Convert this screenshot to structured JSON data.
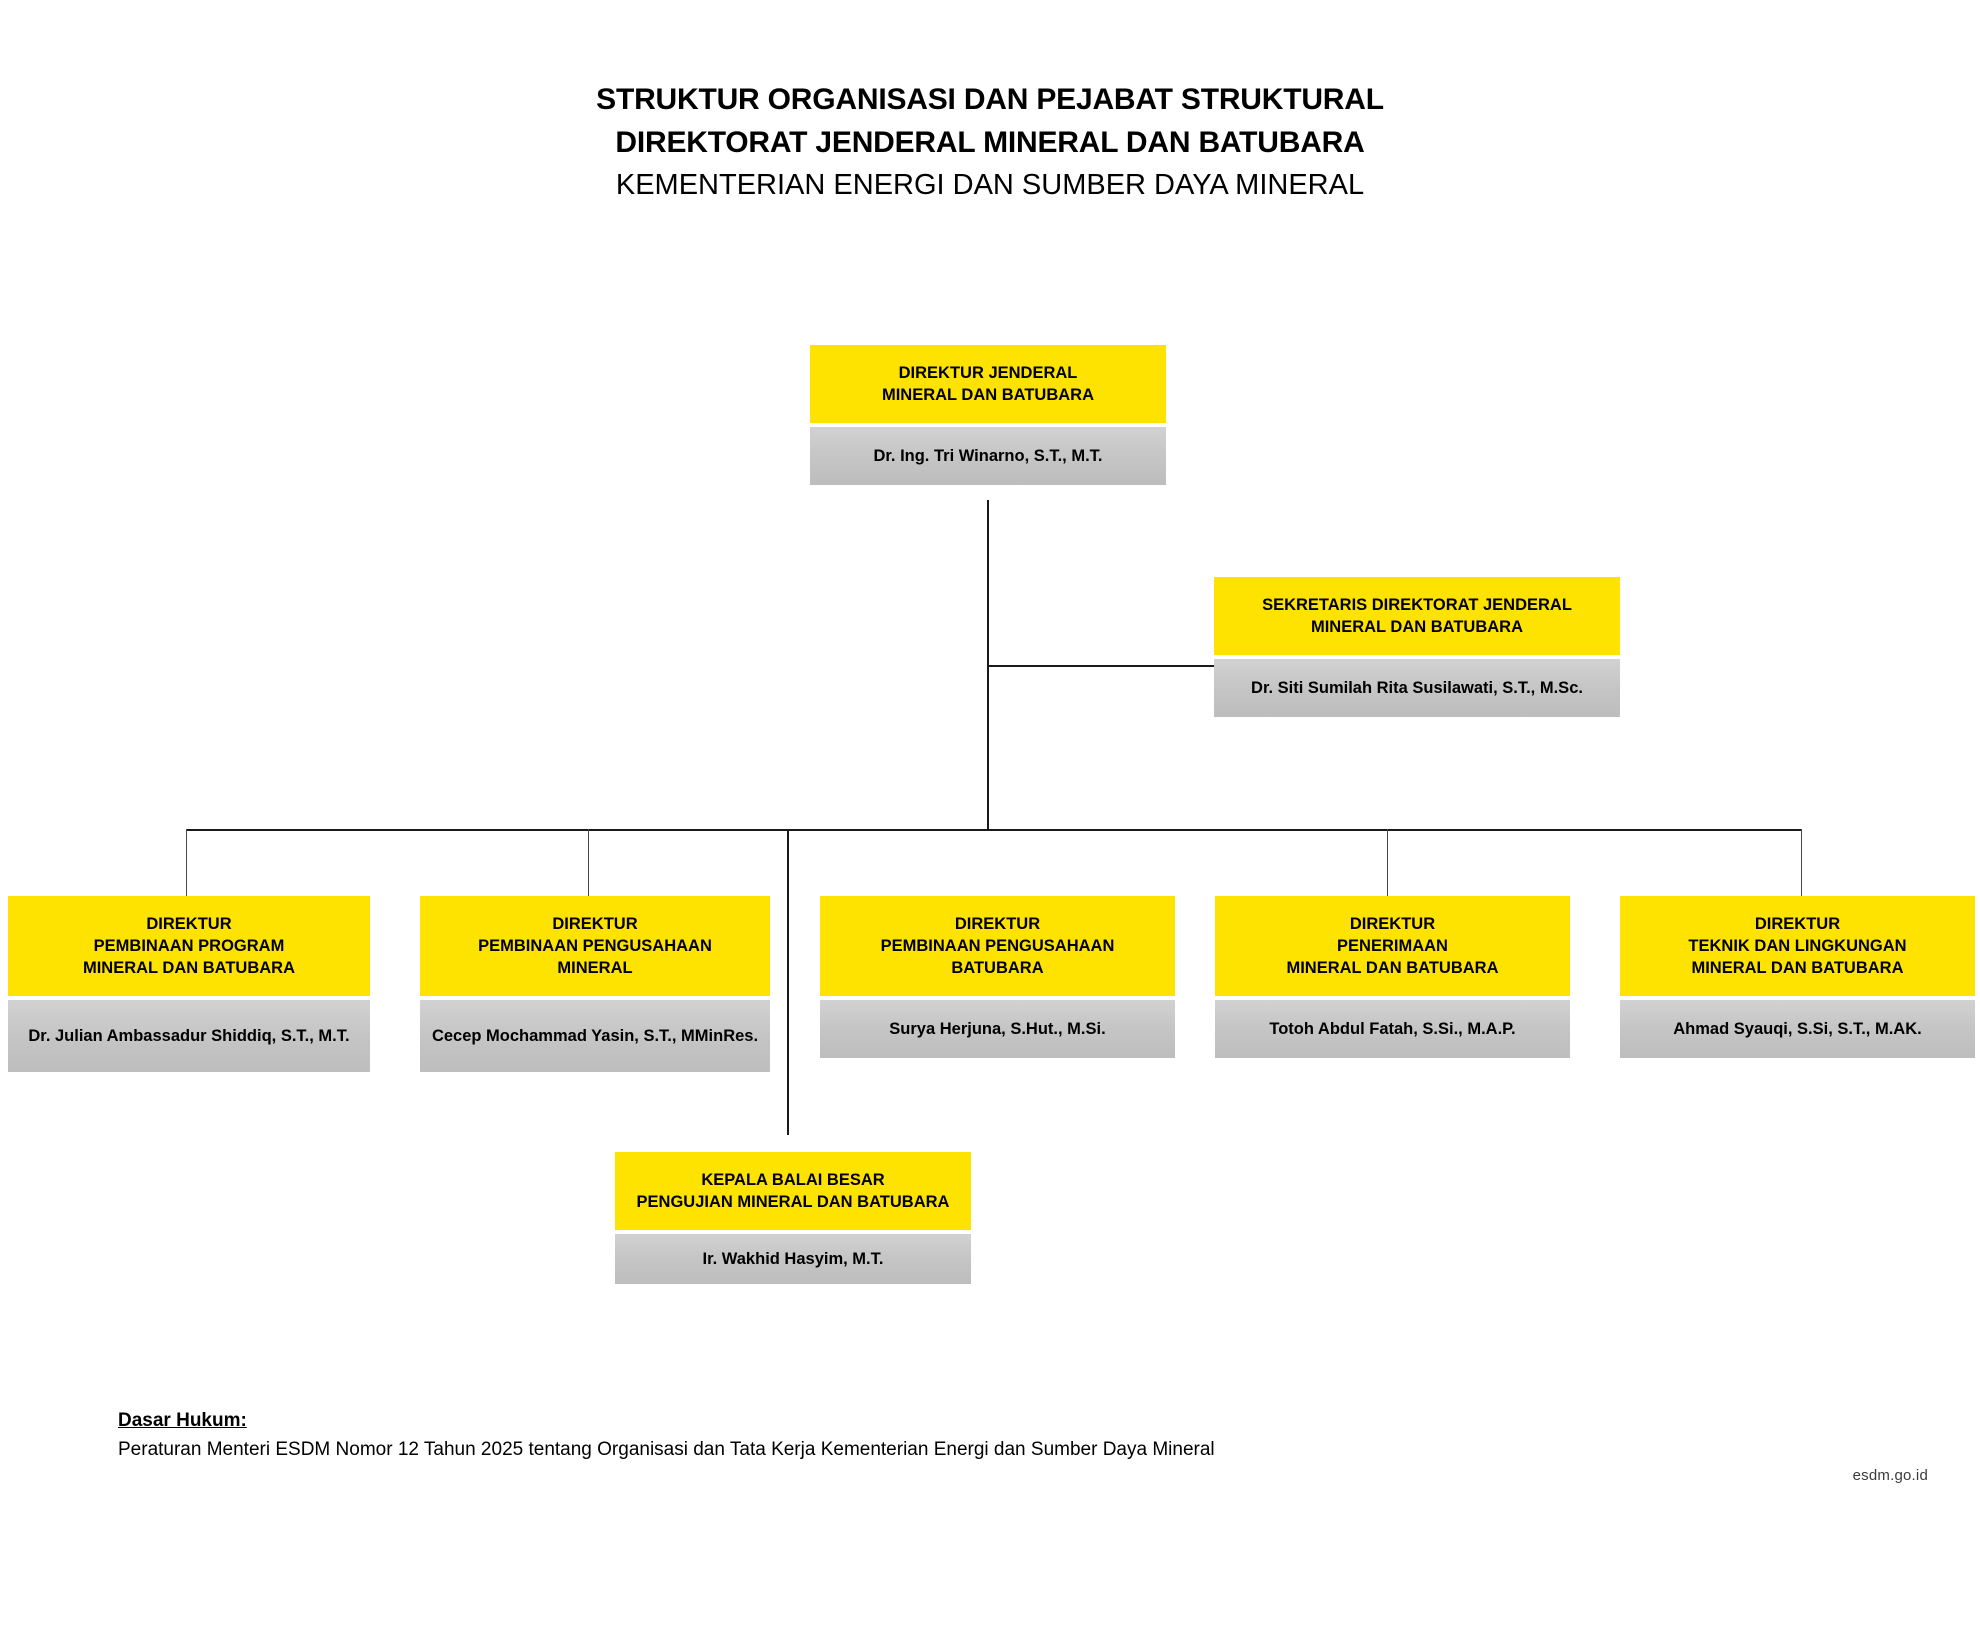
{
  "header": {
    "line1": "STRUKTUR ORGANISASI DAN PEJABAT STRUKTURAL",
    "line2": "DIREKTORAT JENDERAL MINERAL DAN BATUBARA",
    "line3": "KEMENTERIAN ENERGI DAN SUMBER DAYA MINERAL"
  },
  "colors": {
    "title_background": "#FFE300",
    "person_background": "#C6C6C6",
    "line": "#1A1A1A",
    "page_background": "#FFFFFF",
    "text": "#000000"
  },
  "nodes": {
    "director_general": {
      "title_line1": "DIREKTUR JENDERAL",
      "title_line2": "MINERAL DAN BATUBARA",
      "person": "Dr. Ing. Tri Winarno, S.T., M.T."
    },
    "secretary": {
      "title_line1": "SEKRETARIS DIREKTORAT JENDERAL",
      "title_line2": "MINERAL DAN BATUBARA",
      "person": "Dr. Siti Sumilah Rita Susilawati, S.T., M.Sc."
    },
    "directorates": [
      {
        "title_line1": "DIREKTUR",
        "title_line2": "PEMBINAAN PROGRAM",
        "title_line3": "MINERAL DAN BATUBARA",
        "person": "Dr. Julian Ambassadur Shiddiq, S.T., M.T."
      },
      {
        "title_line1": "DIREKTUR",
        "title_line2": "PEMBINAAN PENGUSAHAAN",
        "title_line3": "MINERAL",
        "person": "Cecep Mochammad Yasin, S.T., MMinRes."
      },
      {
        "title_line1": "DIREKTUR",
        "title_line2": "PEMBINAAN PENGUSAHAAN",
        "title_line3": "BATUBARA",
        "person": "Surya Herjuna, S.Hut., M.Si."
      },
      {
        "title_line1": "DIREKTUR",
        "title_line2": "PENERIMAAN",
        "title_line3": "MINERAL DAN BATUBARA",
        "person": "Totoh Abdul Fatah, S.Si., M.A.P."
      },
      {
        "title_line1": "DIREKTUR",
        "title_line2": "TEKNIK DAN LINGKUNGAN",
        "title_line3": "MINERAL DAN BATUBARA",
        "person": "Ahmad Syauqi, S.Si, S.T., M.AK."
      }
    ],
    "balai_besar": {
      "title_line1": "KEPALA BALAI BESAR",
      "title_line2": "PENGUJIAN MINERAL DAN BATUBARA",
      "person": "Ir.  Wakhid Hasyim, M.T."
    }
  },
  "footer": {
    "legal_label": "Dasar Hukum:",
    "legal_text": "Peraturan Menteri ESDM Nomor 12 Tahun 2025 tentang Organisasi dan Tata Kerja Kementerian Energi dan Sumber Daya Mineral",
    "watermark": "esdm.go.id"
  }
}
